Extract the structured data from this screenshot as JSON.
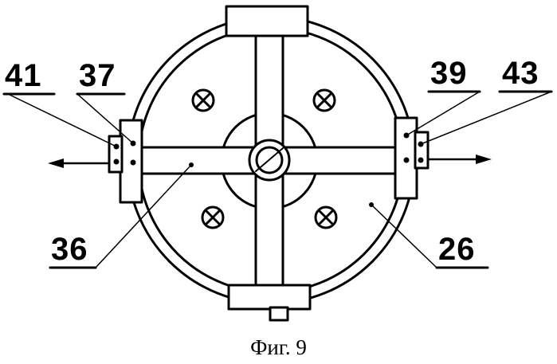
{
  "figure": {
    "labels": {
      "l41": "41",
      "l37": "37",
      "l39": "39",
      "l43": "43",
      "l36": "36",
      "l26": "26"
    },
    "caption": "Фиг. 9"
  },
  "colors": {
    "ink": "#000000",
    "paper": "#ffffff"
  }
}
